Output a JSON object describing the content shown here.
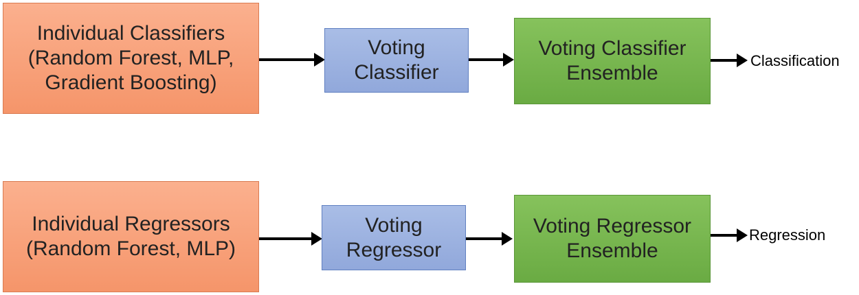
{
  "rows": [
    {
      "input_box": "Individual Classifiers\n(Random Forest, MLP,\nGradient Boosting)",
      "voting_box": "Voting\nClassifier",
      "ensemble_box": "Voting Classifier\nEnsemble",
      "output_label": "Classification"
    },
    {
      "input_box": "Individual Regressors\n(Random Forest, MLP)",
      "voting_box": "Voting\nRegressor",
      "ensemble_box": "Voting Regressor\nEnsemble",
      "output_label": "Regression"
    }
  ],
  "colors": {
    "input_fill": "#f5956a",
    "voting_fill": "#91a8db",
    "ensemble_fill": "#6aab43",
    "arrow": "#000000"
  }
}
